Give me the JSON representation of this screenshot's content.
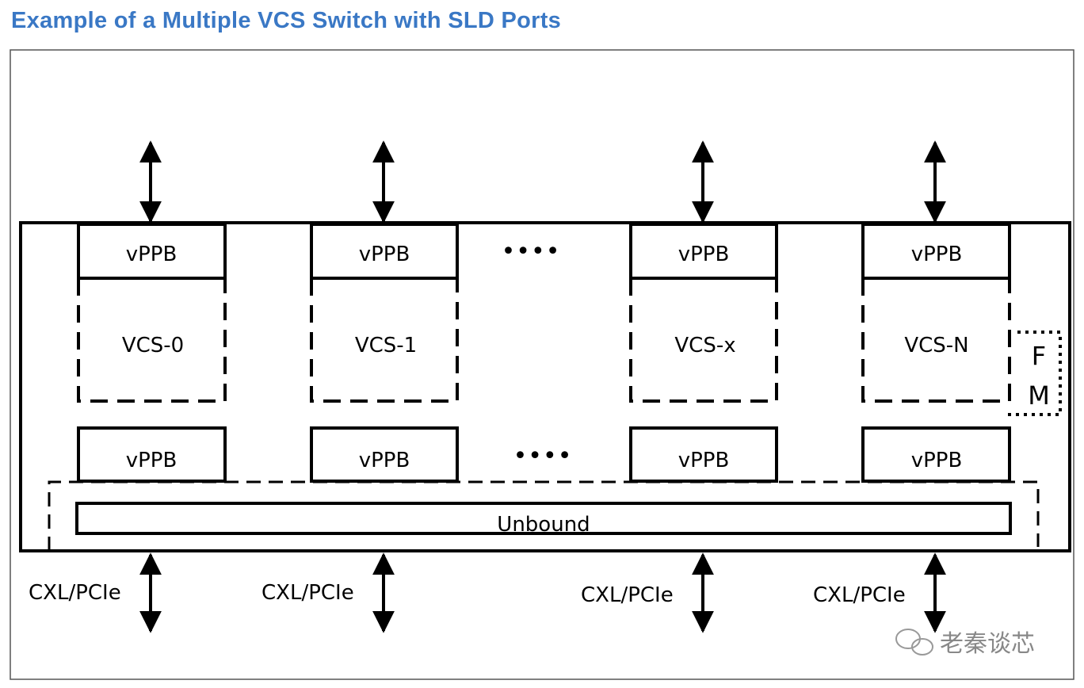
{
  "title": "Example of a Multiple VCS Switch with SLD Ports",
  "vcs": [
    {
      "name": "VCS-0",
      "upstream": "vPPB",
      "downstream": "vPPB",
      "port": "CXL/PCIe"
    },
    {
      "name": "VCS-1",
      "upstream": "vPPB",
      "downstream": "vPPB",
      "port": "CXL/PCIe"
    },
    {
      "name": "VCS-x",
      "upstream": "vPPB",
      "downstream": "vPPB",
      "port": "CXL/PCIe"
    },
    {
      "name": "VCS-N",
      "upstream": "vPPB",
      "downstream": "vPPB",
      "port": "CXL/PCIe"
    }
  ],
  "ellipsis_top": "••••",
  "ellipsis_bottom": "••••",
  "unbound_label": "Unbound",
  "fm_letters": [
    "F",
    "M"
  ],
  "watermark": "老秦谈芯"
}
